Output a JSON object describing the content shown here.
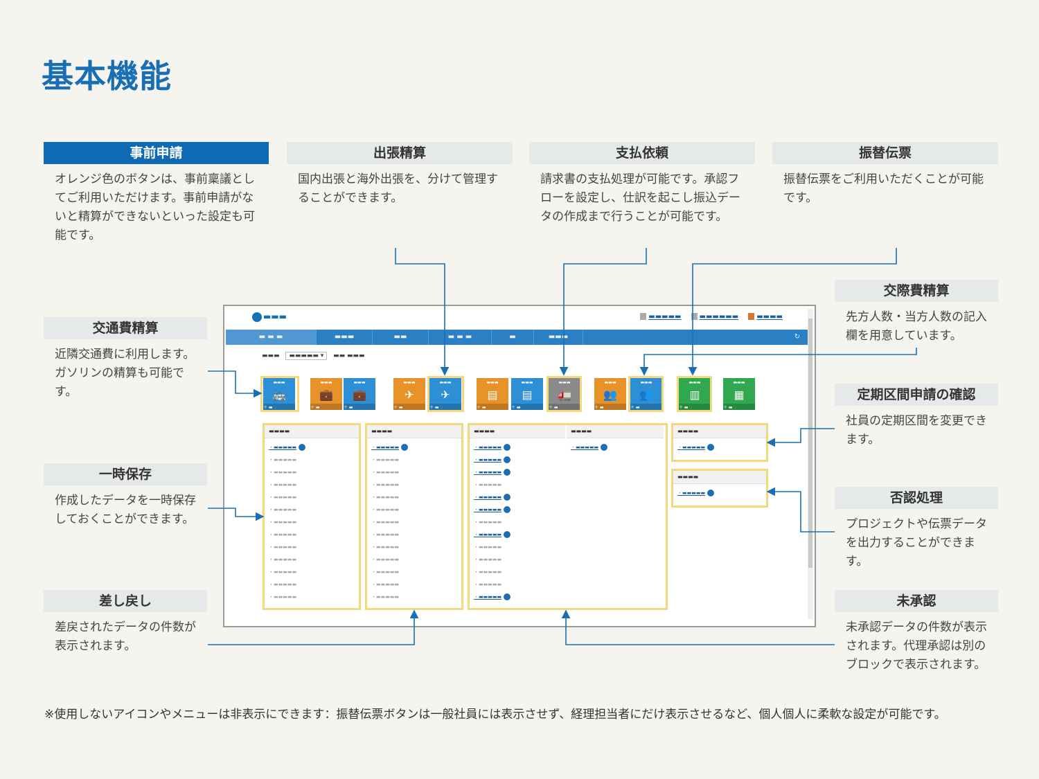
{
  "title": "基本機能",
  "features": {
    "jizen": {
      "title": "事前申請",
      "desc": "オレンジ色のボタンは、事前稟議としてご利用いただけます。事前申請がないと精算ができないといった設定も可能です。"
    },
    "shuccho": {
      "title": "出張精算",
      "desc": "国内出張と海外出張を、分けて管理することができます。"
    },
    "shiharai": {
      "title": "支払依頼",
      "desc": "請求書の支払処理が可能です。承認フローを設定し、仕訳を起こし振込データの作成まで行うことが可能です。"
    },
    "furikae": {
      "title": "振替伝票",
      "desc": "振替伝票をご利用いただくことが可能です。"
    },
    "kotsu": {
      "title": "交通費精算",
      "desc": "近隣交通費に利用します。ガソリンの精算も可能です。"
    },
    "ichiji": {
      "title": "一時保存",
      "desc": "作成したデータを一時保存しておくことができます。"
    },
    "sashimodoshi": {
      "title": "差し戻し",
      "desc": "差戻されたデータの件数が表示されます。"
    },
    "kosai": {
      "title": "交際費精算",
      "desc": "先方人数・当方人数の記入欄を用意しています。"
    },
    "teiki": {
      "title": "定期区間申請の確認",
      "desc": "社員の定期区間を変更できます。"
    },
    "hinin": {
      "title": "否認処理",
      "desc": "プロジェクトや伝票データを出力することができます。"
    },
    "mishonin": {
      "title": "未承認",
      "desc": "未承認データの件数が表示されます。代理承認は別のブロックで表示されます。"
    }
  },
  "footnote": "※使用しないアイコンやメニューは非表示にできます：振替伝票ボタンは一般社員には表示させず、経理担当者にだけ表示させるなど、個人個人に柔軟な設定が可能です。",
  "colors": {
    "accent": "#1a6fb4",
    "orange": "#e8922a",
    "blue": "#2d8fd5",
    "gray": "#8a8a8a",
    "green": "#2fa84f",
    "highlight": "#f3d97a"
  }
}
